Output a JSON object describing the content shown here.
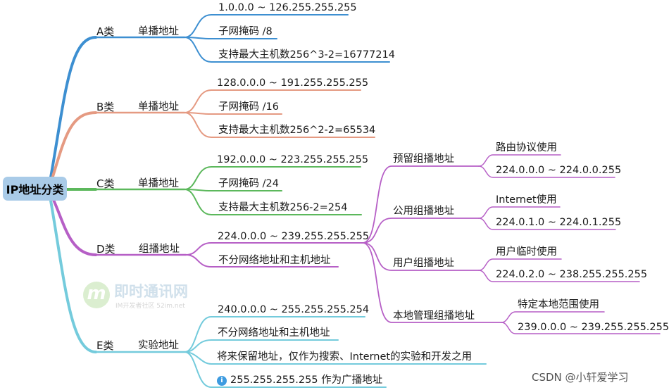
{
  "root": {
    "label": "IP地址分类"
  },
  "categories": [
    {
      "name": "A类",
      "type": "单播地址",
      "color": "#3d8fd1",
      "items": [
        "1.0.0.0 ~ 126.255.255.255",
        "子网掩码 /8",
        "支持最大主机数256^3-2=16777214"
      ]
    },
    {
      "name": "B类",
      "type": "单播地址",
      "color": "#e59a82",
      "items": [
        "128.0.0.0 ~ 191.255.255.255",
        "子网掩码 /16",
        "支持最大主机数256^2-2=65534"
      ]
    },
    {
      "name": "C类",
      "type": "单播地址",
      "color": "#5cb85c",
      "items": [
        "192.0.0.0 ~ 223.255.255.255",
        "子网掩码 /24",
        "支持最大主机数256-2=254"
      ]
    },
    {
      "name": "D类",
      "type": "组播地址",
      "color": "#b65fc6",
      "items": [
        "224.0.0.0 ~ 239.255.255.255",
        "不分网络地址和主机地址"
      ]
    },
    {
      "name": "E类",
      "type": "实验地址",
      "color": "#74cbdc",
      "items": [
        "240.0.0.0 ~ 255.255.255.254",
        "不分网络地址和主机地址",
        "将来保留地址，仅作为搜索、Internet的实验和开发之用",
        "255.255.255.255 作为广播地址"
      ]
    }
  ],
  "multicast_groups": [
    {
      "name": "预留组播地址",
      "items": [
        "路由协议使用",
        "224.0.0.0 ~ 224.0.0.255"
      ]
    },
    {
      "name": "公用组播地址",
      "items": [
        "Internet使用",
        "224.0.1.0 ~ 224.0.1.255"
      ]
    },
    {
      "name": "用户组播地址",
      "items": [
        "用户临时使用",
        "224.0.2.0 ~ 238.255.255.255"
      ]
    },
    {
      "name": "本地管理组播地址",
      "items": [
        "特定本地范围使用",
        "239.0.0.0 ~ 239.255.255.255"
      ]
    }
  ],
  "info_icon": "info-icon",
  "watermark": {
    "title": "即时通讯网",
    "subtitle": "IM开发者社区 52im.net",
    "logo": "m"
  },
  "credit": "CSDN @小轩爱学习"
}
